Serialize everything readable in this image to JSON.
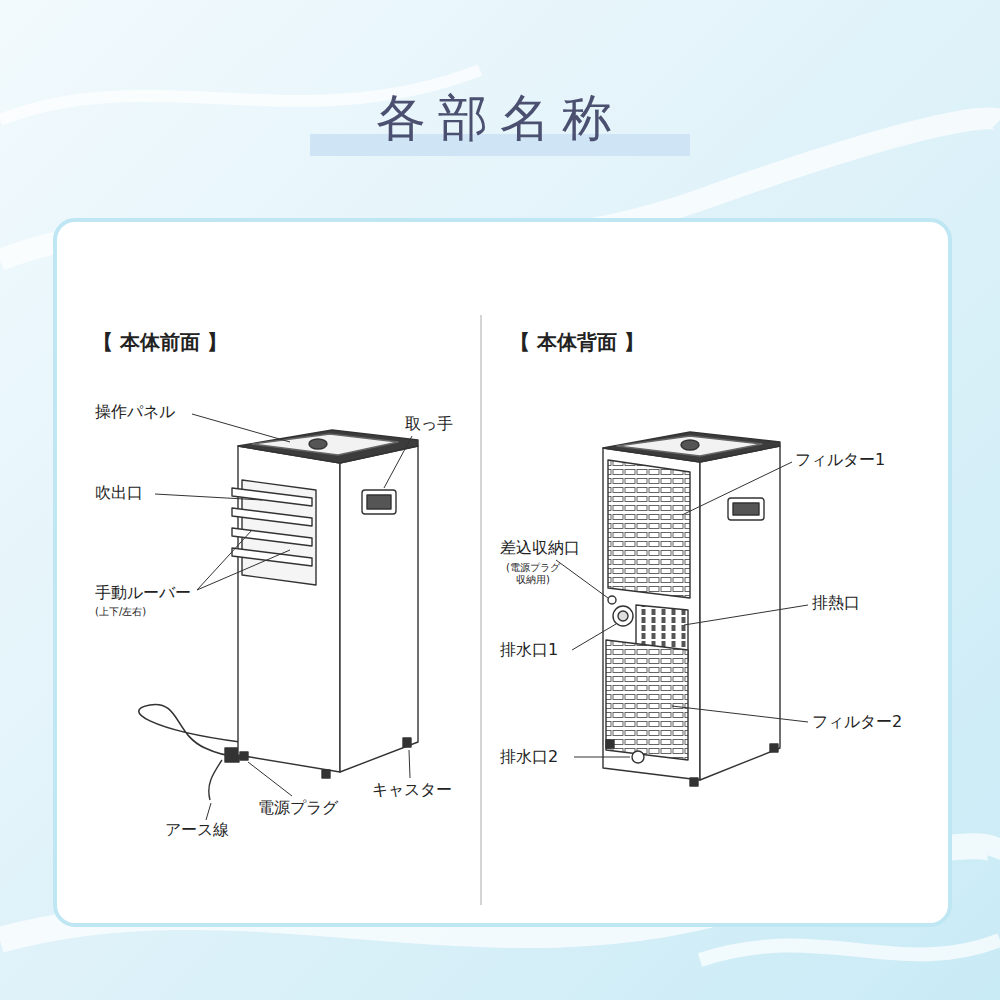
{
  "diagram": {
    "title": "各部名称",
    "labels": [
      "【 本体前面 】",
      "【 本体背面 】",
      "操作パネル",
      "取っ手",
      "吹出口",
      "手動ルーバー",
      "(上下/左右)",
      "アース線",
      "電源プラグ",
      "キャスター",
      "フィルター1",
      "差込収納口",
      "(電源プラグ 収納用)",
      "排熱口",
      "排水口1",
      "フィルター2",
      "排水口2"
    ]
  }
}
